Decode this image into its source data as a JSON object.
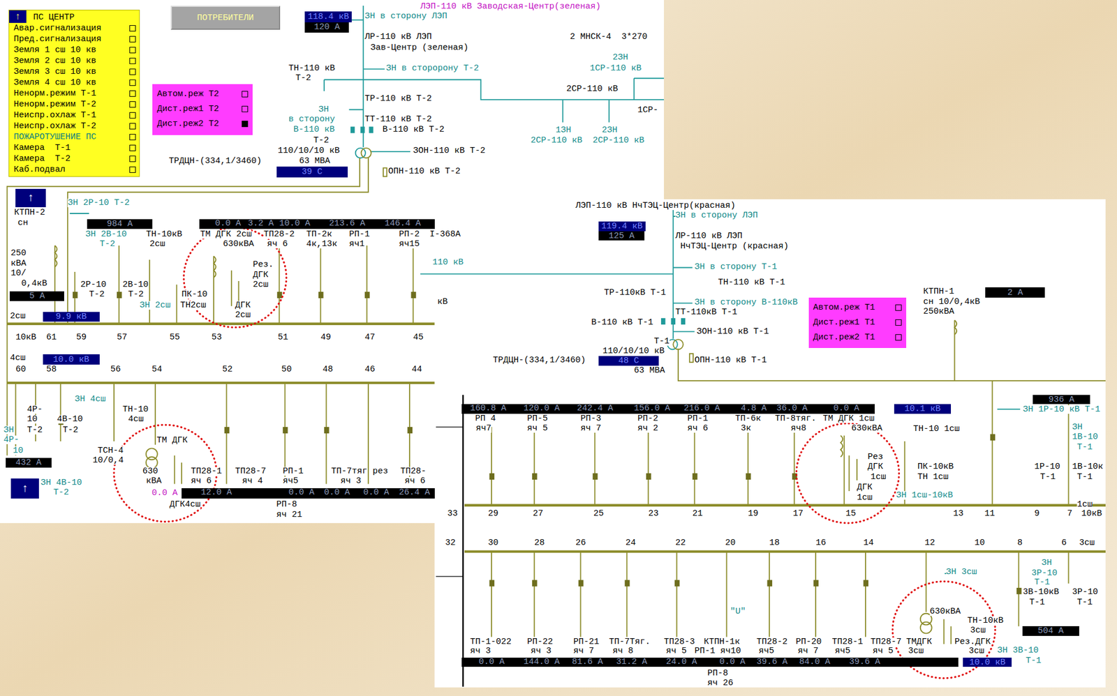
{
  "diagram": {
    "nodes": [
      {
        "text": [
          "↑",
          "ПС ЦЕНТР",
          "Авар.сигнализация",
          "Пред.сигнализация",
          "Земля 1 сш 10 кв",
          "Земля 2 сш 10 кв",
          "Земля 3 сш 10 кв",
          "Земля 4 сш 10 кв",
          "Ненорм.режим Т-1",
          "Ненорм.режим Т-2",
          "Неиспр.охлаж Т-1",
          "Неиспр.охлаж Т-2",
          "ПОЖАРОТУШЕНИЕ ПС",
          "Камера  Т-1",
          "Камера  Т-2",
          "Каб.подвал"
        ]
      },
      {
        "text": [
          "ПОТРЕБИТЕЛИ"
        ]
      },
      {
        "text": [
          "Автом.реж Т2",
          "Дист.реж1 Т2",
          "Дист.реж2 Т2"
        ]
      },
      {
        "text": [
          "118.4 кВ"
        ]
      },
      {
        "text": [
          "120 А"
        ]
      },
      {
        "text": [
          "39 С"
        ]
      },
      {
        "text": [
          "↑"
        ]
      },
      {
        "text": [
          "984 А"
        ]
      },
      {
        "text": [
          "0.0 А",
          "3.2 А",
          "10.0 А",
          "213.6 А",
          "146.4 А"
        ]
      },
      {
        "text": [
          "5 А"
        ]
      },
      {
        "text": [
          "9.9 кВ"
        ]
      },
      {
        "text": [
          "10.0 кВ"
        ]
      },
      {
        "text": [
          "432 А"
        ]
      },
      {
        "text": [
          "↑"
        ]
      },
      {
        "text": [
          "12.0 А",
          "0.0 А",
          "0.0 А",
          "0.0 А",
          "26.4 А"
        ]
      },
      {
        "text": [
          "119.4 кВ"
        ]
      },
      {
        "text": [
          "125 А"
        ]
      },
      {
        "text": [
          "Автом.реж Т1",
          "Дист.реж1 Т1",
          "Дист.реж2 Т1"
        ]
      },
      {
        "text": [
          "2 А"
        ]
      },
      {
        "text": [
          "48 С"
        ]
      },
      {
        "text": [
          "160.8 А",
          "120.0 А",
          "242.4 А",
          "156.0 А",
          "216.0 А",
          "4.8 А",
          "36.0 А",
          "0.0 А"
        ]
      },
      {
        "text": [
          "10.1 кВ"
        ]
      },
      {
        "text": [
          "936 А"
        ]
      },
      {
        "text": [
          "504 А"
        ]
      },
      {
        "text": [
          "0.0 А",
          "144.0 А",
          "81.6 А",
          "31.2 А",
          "24.0 А",
          "0.0 А",
          "39.6 А",
          "84.0 А",
          "39.6 А"
        ]
      },
      {
        "text": [
          "10.0 кВ"
        ]
      }
    ],
    "labels": [
      "ЛЭП-110 кВ Заводская-Центр(зеленая)",
      "ЗН в сторону ЛЭП",
      "ЛР-110 кВ ЛЭП",
      "Зав-Центр (зеленая)",
      "2 МНСК-4  3*270",
      "ТН-110 кВ",
      "Т-2",
      "ЗН в сторорону Т-2",
      "2ЗН",
      "1СР-110 кВ",
      "2СР-110 кВ",
      "1СР-",
      "ТР-110 кВ Т-2",
      "ЗН",
      "в сторону",
      "ТТ-110 кВ Т-2",
      "В-110 кВ",
      "В-110 кВ Т-2",
      "Т-2",
      "1ЗН",
      "2ЗН",
      "2СР-110 кВ",
      "2СР-110 кВ",
      "110/10/10 кВ",
      "ЗОН-110 кВ Т-2",
      "ТРДЦН-(334,1/3460)",
      "63 МВА",
      "ОПН-110 кВ Т-2",
      "ЗН 2Р-10 Т-2",
      "КТПН-2",
      "сн",
      "ЗН 2В-10",
      "Т-2",
      "ТН-10кВ",
      "2сш",
      "ТМ ДГК 2сш",
      "630кВА",
      "ТП28-2",
      "яч 6",
      "ТП-2к",
      "4к,13к",
      "РП-1",
      "яч1",
      "РП-2",
      "яч15",
      "I-368А",
      "110 кВ",
      "кВ",
      "250",
      "кВА",
      "10/",
      "0,4кВ",
      "Рез.",
      "ДГК",
      "2сш",
      "2Р-10",
      "Т-2",
      "2В-10",
      "Т-2",
      "ПК-10",
      "ЗН 2сш",
      "ТН2сш",
      "ДГК",
      "2сш",
      "2сш",
      "10кВ",
      "61",
      "59",
      "57",
      "55",
      "53",
      "51",
      "49",
      "47",
      "45",
      "4сш",
      "60",
      "58",
      "56",
      "54",
      "52",
      "50",
      "48",
      "46",
      "44",
      "ЗН 4сш",
      "ТН-10",
      "4сш",
      "ТМ ДГК",
      "4Р-",
      "10",
      "Т-2",
      "4В-10",
      "Т-2",
      "ЗН",
      "4Р-",
      "10",
      "ТСН-4",
      "10/0,4",
      "630",
      "кВА",
      "ТП28-1",
      "яч 6",
      "ТП28-7",
      "яч 4",
      "РП-1",
      "яч5",
      "ТП-7тяг",
      "яч 3",
      "рез",
      "ТП28-",
      "яч 6",
      "ЗН 4В-10",
      "Т-2",
      "0.0 А",
      "ДГК4сш",
      "РП-8",
      "яч 21",
      "ЛЭП-110 кВ НчТЭЦ-Центр(красная)",
      "ЗН в сторону ЛЭП",
      "ЛР-110 кВ ЛЭП",
      "НчТЭЦ-Центр (красная)",
      "ЗН в сторону Т-1",
      "ТН-110 кВ Т-1",
      "ТР-110кВ Т-1",
      "ЗН в сторону В-110кВ",
      "ТТ-110кВ Т-1",
      "В-110 кВ Т-1",
      "ЗОН-110 кВ Т-1",
      "Т-1",
      "110/10/10 кВ",
      "ТРДЦН-(334,1/3460)",
      "63 МВА",
      "ОПН-110 кВ Т-1",
      "КТПН-1",
      "сн 10/0,4кВ",
      "250кВА",
      "ЗН 1Р-10 кВ Т-1",
      "ЗН",
      "1В-10",
      "Т-1",
      "1Р-10",
      "Т-1",
      "1В-10к",
      "Т-1",
      "РП 4",
      "РП-5",
      "РП-3",
      "РП-2",
      "РП-1",
      "ТП-6к",
      "ТП-8тяг.",
      "ТМ ДГК 1сш",
      "яч7",
      "яч 5",
      "яч 7",
      "яч 2",
      "яч 6",
      "3к",
      "яч8",
      "630кВА",
      "ТН-10 1сш",
      "Рез",
      "ДГК",
      "1сш",
      "ПК-10кВ",
      "ТН 1сш",
      "ДГК",
      "1сш",
      "ЗН 1сш-10кВ",
      "1сш",
      "33",
      "29",
      "27",
      "25",
      "23",
      "21",
      "19",
      "17",
      "15",
      "13",
      "11",
      "9",
      "7",
      "10кВ",
      "32",
      "30",
      "28",
      "26",
      "24",
      "22",
      "20",
      "18",
      "16",
      "14",
      "12",
      "10",
      "8",
      "6",
      "3сш",
      "ЗН 3сш",
      "ЗН",
      "3Р-10",
      "Т-1",
      "3В-10кВ",
      "Т-1",
      "3Р-10",
      "Т-1",
      "\"U\"",
      "630кВА",
      "ТН-10кВ",
      "3сш",
      "ТП-1-022",
      "РП-22",
      "РП-21",
      "ТП-7Тяг.",
      "ТП28-3",
      "КТПН-1к",
      "ТП28-2",
      "РП-20",
      "ТП28-1",
      "ТП28-7",
      "ТМДГК",
      "Рез.ДГК",
      "яч 3",
      "яч 3",
      "яч 7",
      "яч 8",
      "яч 5",
      "РП-1 яч10",
      "яч5",
      "яч 7",
      "яч5",
      "яч 5",
      "3сш",
      "3сш",
      "ЗН 3В-10",
      "Т-1",
      "РП-8",
      "яч 26"
    ]
  }
}
